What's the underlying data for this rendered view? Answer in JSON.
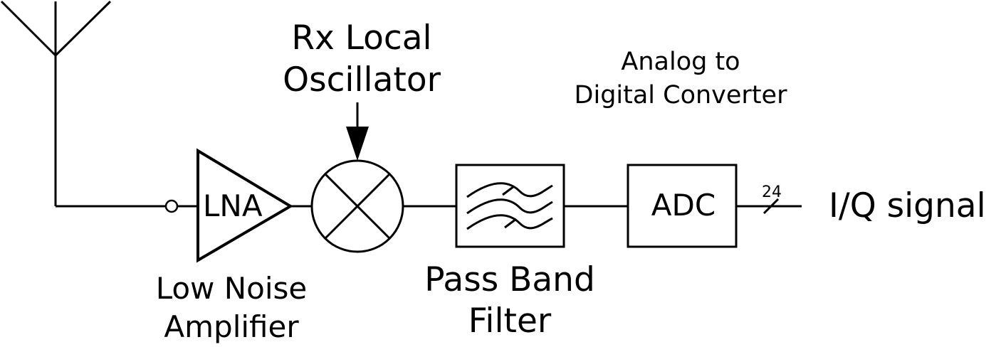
{
  "diagram": {
    "antenna": {
      "icon": "antenna-icon"
    },
    "lna": {
      "label": "LNA",
      "caption_line1": "Low Noise",
      "caption_line2": "Amplifier",
      "icon": "amplifier-triangle-icon"
    },
    "mixer": {
      "caption_line1": "Rx Local",
      "caption_line2": "Oscillator",
      "icon": "mixer-icon"
    },
    "filter": {
      "caption_line1": "Pass Band",
      "caption_line2": "Filter",
      "icon": "bandpass-filter-icon"
    },
    "adc": {
      "label": "ADC",
      "caption_line1": "Analog to",
      "caption_line2": "Digital Converter"
    },
    "bus": {
      "width_label": "24"
    },
    "output": {
      "label": "I/Q signal"
    },
    "colors": {
      "stroke": "#000000",
      "background": "#ffffff"
    }
  }
}
